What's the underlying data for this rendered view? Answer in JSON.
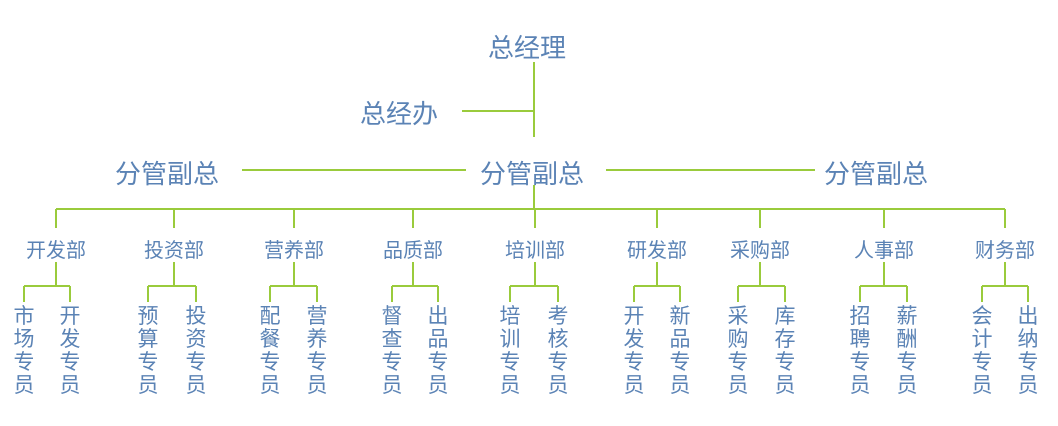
{
  "line_color": "#9acb3c",
  "text_color": "#5b83b5",
  "general_manager": "总经理",
  "general_office": "总经办",
  "deputy_managers": [
    "分管副总",
    "分管副总",
    "分管副总"
  ],
  "departments": [
    {
      "name": "开发部",
      "staff": [
        "市场专员",
        "开发专员"
      ]
    },
    {
      "name": "投资部",
      "staff": [
        "预算专员",
        "投资专员"
      ]
    },
    {
      "name": "营养部",
      "staff": [
        "配餐专员",
        "营养专员"
      ]
    },
    {
      "name": "品质部",
      "staff": [
        "督查专员",
        "出品专员"
      ]
    },
    {
      "name": "培训部",
      "staff": [
        "培训专员",
        "考核专员"
      ]
    },
    {
      "name": "研发部",
      "staff": [
        "开发专员",
        "新品专员"
      ]
    },
    {
      "name": "采购部",
      "staff": [
        "采购专员",
        "库存专员"
      ]
    },
    {
      "name": "人事部",
      "staff": [
        "招聘专员",
        "薪酬专员"
      ]
    },
    {
      "name": "财务部",
      "staff": [
        "会计专员",
        "出纳专员"
      ]
    }
  ]
}
